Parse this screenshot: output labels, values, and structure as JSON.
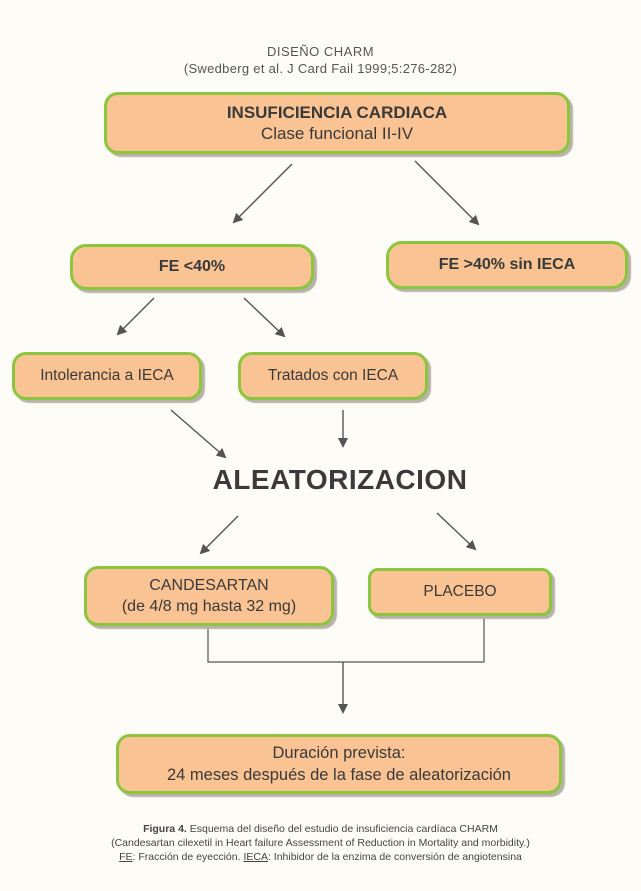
{
  "header": {
    "title": "DISEÑO CHARM",
    "reference": "(Swedberg et al. J Card Fail 1999;5:276-282)"
  },
  "boxes": {
    "insuficiencia": {
      "title": "INSUFICIENCIA CARDIACA",
      "subtitle": "Clase funcional II-IV"
    },
    "fe_low": "FE <40%",
    "fe_high": "FE >40% sin IECA",
    "intolerancia": "Intolerancia a IECA",
    "tratados": "Tratados con IECA",
    "aleatorizacion": "ALEATORIZACION",
    "candesartan": {
      "line1": "CANDESARTAN",
      "line2": "(de 4/8 mg hasta 32 mg)"
    },
    "placebo": "PLACEBO",
    "duracion": {
      "line1": "Duración prevista:",
      "line2": "24 meses después de la fase de aleatorización"
    }
  },
  "caption": {
    "figure_label": "Figura 4.",
    "figure_text": "Esquema del diseño del estudio de insuficiencia cardíaca CHARM",
    "line2": "(Candesartan cilexetil in Heart failure Assessment of Reduction in Mortality and morbidity.)",
    "abbr1": "FE",
    "abbr1_def": ": Fracción de eyección.",
    "abbr2": "IECA",
    "abbr2_def": ": Inhibidor de la enzima de conversión de angiotensina"
  },
  "colors": {
    "box_fill": "#f9c393",
    "box_border": "#8cc63f",
    "arrow": "#555555"
  }
}
